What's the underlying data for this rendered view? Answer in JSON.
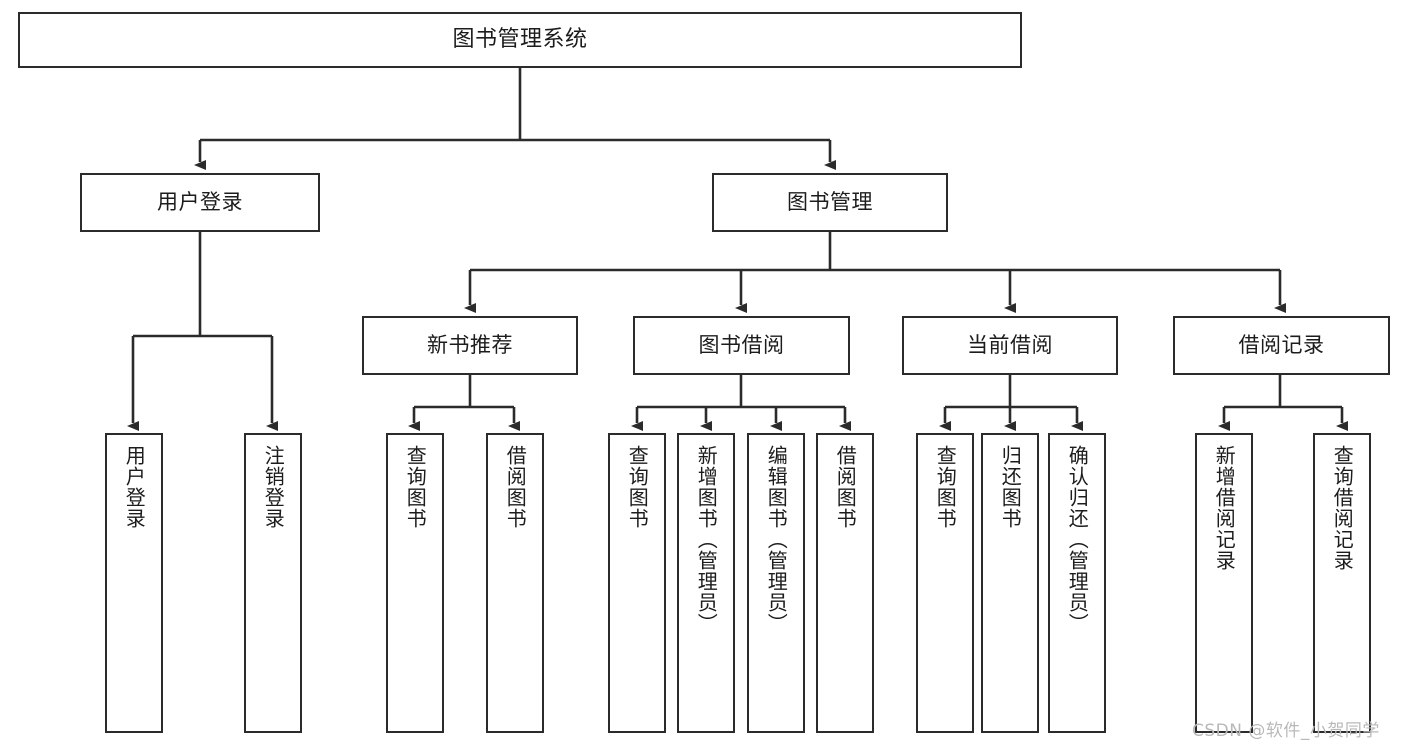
{
  "diagram": {
    "title": "图书管理系统",
    "type": "tree-hierarchy",
    "root": {
      "label": "图书管理系统"
    },
    "level2": [
      {
        "label": "用户登录"
      },
      {
        "label": "图书管理"
      }
    ],
    "level3": [
      {
        "label": "新书推荐"
      },
      {
        "label": "图书借阅"
      },
      {
        "label": "当前借阅"
      },
      {
        "label": "借阅记录"
      }
    ],
    "leaves": {
      "user_login": [
        {
          "label": "用户登录"
        },
        {
          "label": "注销登录"
        }
      ],
      "new_book_recommend": [
        {
          "label": "查询图书"
        },
        {
          "label": "借阅图书"
        }
      ],
      "book_borrow": [
        {
          "label": "查询图书"
        },
        {
          "label": "新增图书（管理员）"
        },
        {
          "label": "编辑图书（管理员）"
        },
        {
          "label": "借阅图书"
        }
      ],
      "current_borrow": [
        {
          "label": "查询图书"
        },
        {
          "label": "归还图书"
        },
        {
          "label": "确认归还（管理员）"
        }
      ],
      "borrow_record": [
        {
          "label": "新增借阅记录"
        },
        {
          "label": "查询借阅记录"
        }
      ]
    }
  },
  "watermark": {
    "text": "CSDN @软件_小贺同学"
  },
  "colors": {
    "stroke": "#2b2b2b",
    "background": "#ffffff",
    "text": "#1c1c1c",
    "watermark": "#b9b9b9"
  }
}
